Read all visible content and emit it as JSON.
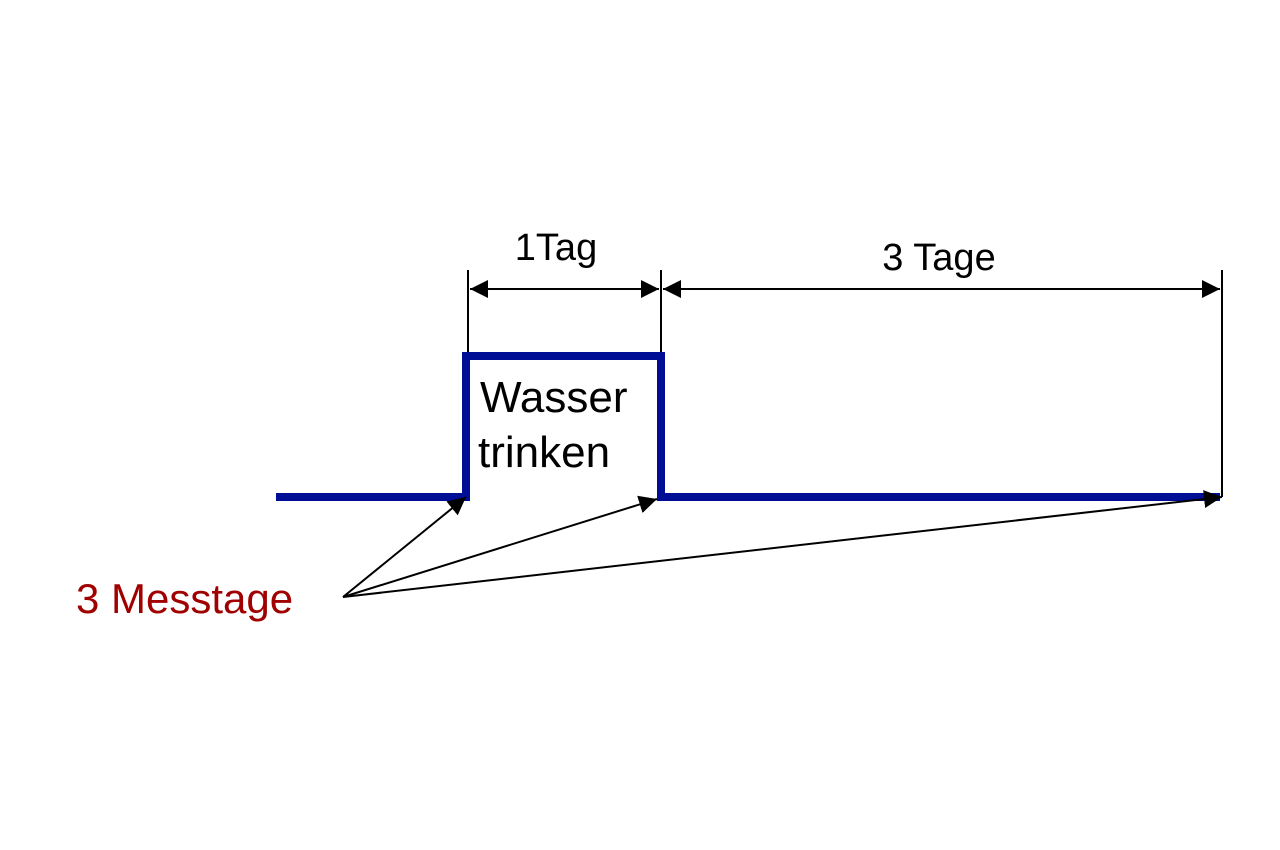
{
  "diagram": {
    "duration_1": "1Tag",
    "duration_2": "3 Tage",
    "phase_line_1": "Wasser",
    "phase_line_2": "trinken",
    "measurement_label": "3 Messtage",
    "measurement_count": 3
  },
  "colors": {
    "signal": "#000e96",
    "annotation": "#000000",
    "highlight": "#a00000",
    "background": "#ffffff"
  }
}
